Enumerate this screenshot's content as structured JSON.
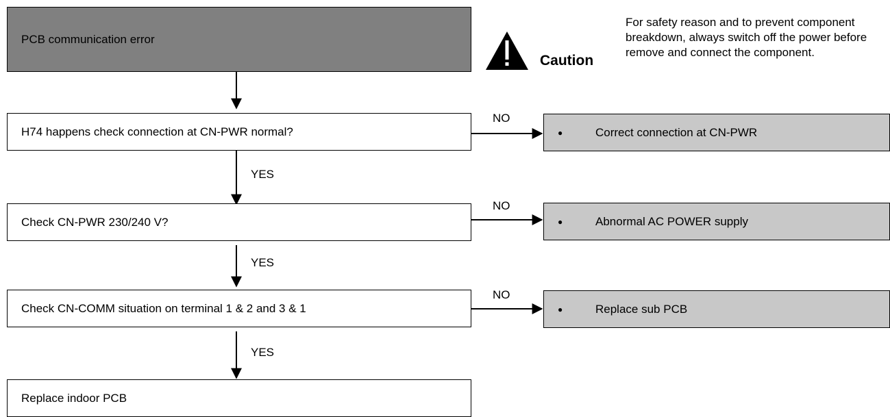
{
  "start": {
    "label": "PCB communication error"
  },
  "caution": {
    "title": "Caution",
    "text": "For safety reason and to prevent component breakdown, always switch off the power before remove and connect the component."
  },
  "steps": [
    {
      "question": "H74 happens check connection at CN-PWR normal?",
      "no_label": "NO",
      "action": "Correct connection at CN-PWR",
      "yes_label": "YES"
    },
    {
      "question": "Check CN-PWR 230/240 V?",
      "no_label": "NO",
      "action": "Abnormal AC POWER supply",
      "yes_label": "YES"
    },
    {
      "question": "Check CN-COMM situation on  terminal 1 & 2 and 3 & 1",
      "no_label": "NO",
      "action": "Replace sub PCB",
      "yes_label": "YES"
    }
  ],
  "end": {
    "label": "Replace indoor PCB"
  },
  "bullet": "●"
}
